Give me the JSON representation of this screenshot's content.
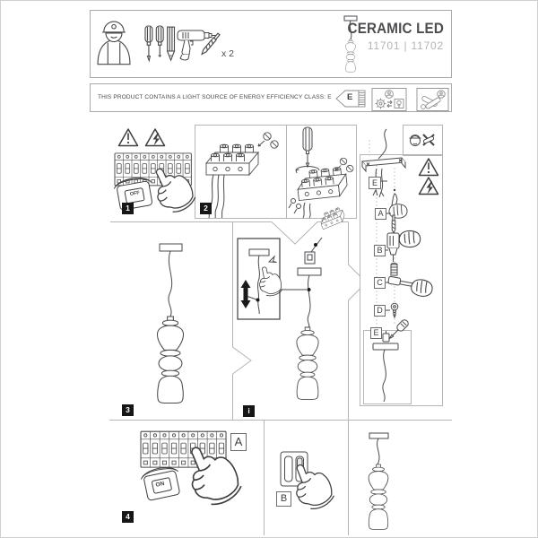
{
  "header": {
    "title": "CERAMIC LED",
    "model_numbers": "11701 | 11702",
    "drill_bit_qty": "x 2"
  },
  "energy_banner": {
    "text": "THIS PRODUCT CONTAINS A LIGHT SOURCE OF ENERGY EFFICIENCY CLASS: E",
    "class_letter": "E"
  },
  "steps": {
    "s1": "1",
    "s2": "2",
    "s3": "3",
    "s4": "4",
    "info": "i"
  },
  "mount_labels": {
    "e_top": "E",
    "a": "A",
    "b": "B",
    "c": "C",
    "d": "D",
    "e_bottom": "E"
  },
  "power_labels": {
    "breaker": "A",
    "wall_switch": "B"
  },
  "switch_labels": {
    "off": "OFF",
    "on": "ON"
  },
  "colors": {
    "line": "#4a4a4c",
    "frame": "#b5b5b5",
    "badge_bg": "#161616",
    "muted_text": "#b1b3b5"
  }
}
